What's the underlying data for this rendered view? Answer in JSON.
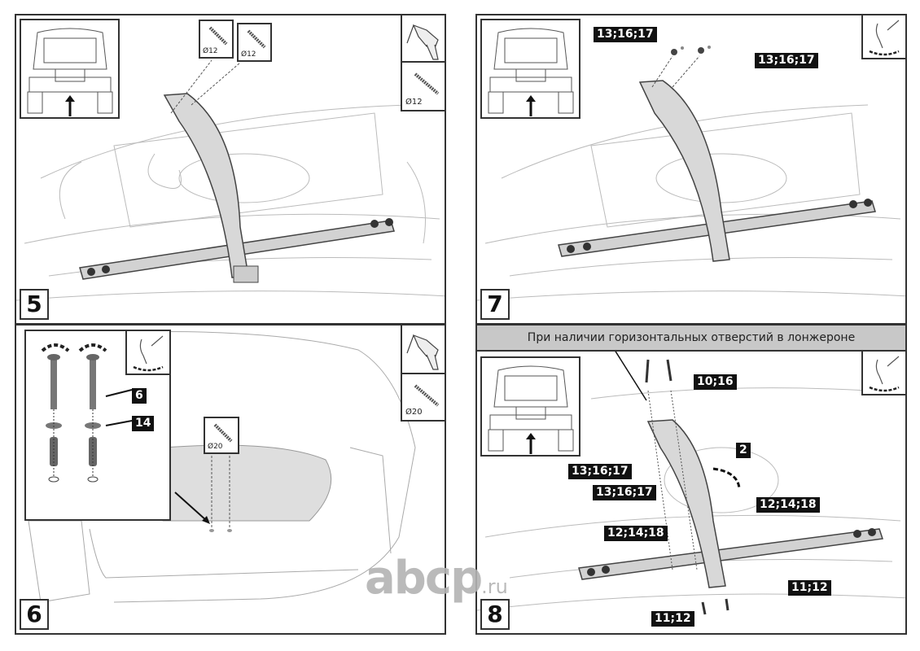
{
  "document": {
    "title": "Tow bar installation instructions (steps 5–8)",
    "steps": [
      {
        "number": "5",
        "drill_bit_labels": [
          "Ø12",
          "Ø12"
        ],
        "tool_bit_label": "Ø12",
        "tools": [
          "drill-icon",
          "drill-bit-icon"
        ]
      },
      {
        "number": "6",
        "part_labels": [
          "6",
          "14"
        ],
        "drill_bit_label": "Ø20",
        "tool_bit_label": "Ø20",
        "tools": [
          "drill-icon",
          "drill-bit-icon",
          "torque-wrench-icon"
        ]
      },
      {
        "number": "7",
        "part_labels": [
          "13;16;17",
          "13;16;17"
        ],
        "tools": [
          "torque-wrench-icon"
        ]
      },
      {
        "number": "8",
        "banner": "При наличии горизонтальных отверстий в лонжероне",
        "part_labels": [
          "10;16",
          "2",
          "13;16;17",
          "13;16;17",
          "12;14;18",
          "12;14;18",
          "11;12",
          "11;12"
        ],
        "tools": [
          "torque-wrench-icon"
        ]
      }
    ]
  },
  "watermark": {
    "main": "abcp",
    "suffix": ".ru"
  }
}
